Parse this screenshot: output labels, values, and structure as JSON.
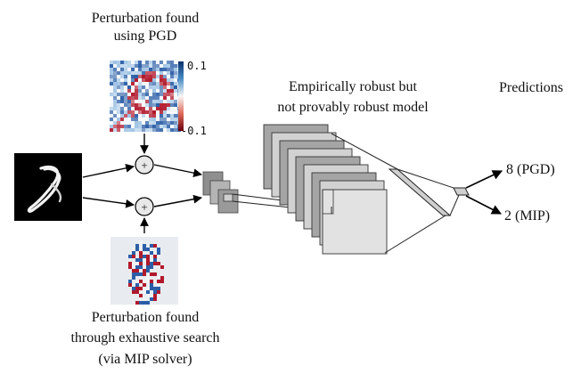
{
  "labels": {
    "pgd_caption_line1": "Perturbation found",
    "pgd_caption_line2": "using PGD",
    "colorbar_max": "0.1",
    "colorbar_min": "-0.1",
    "model_caption_line1": "Empirically robust but",
    "model_caption_line2": "not provably robust model",
    "predictions_header": "Predictions",
    "prediction_pgd": "8 (PGD)",
    "prediction_mip": "2 (MIP)",
    "mip_caption_line1": "Perturbation found",
    "mip_caption_line2": "through exhaustive search",
    "mip_caption_line3": "(via MIP solver)",
    "plus_symbol": "+"
  },
  "colors": {
    "input_background": "#000000",
    "digit_stroke": "#f2f2f2",
    "perturbation_positive": "#2b5ea7",
    "perturbation_negative": "#b2182b",
    "layer_fill": "#a9a9a9",
    "layer_fill_light": "#dcdcdc"
  }
}
